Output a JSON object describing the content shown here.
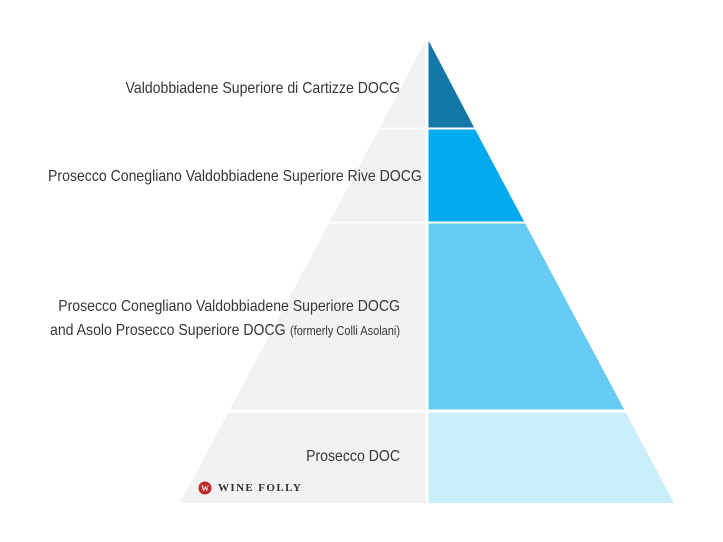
{
  "pyramid": {
    "left_color": "#F1F2F2",
    "tiers": [
      {
        "label": "Valdobbiadene Superiore di Cartizze DOCG",
        "color": "#1478A8"
      },
      {
        "label": "Prosecco Conegliano Valdobbiadene Superiore Rive DOCG",
        "color": "#00AAEE"
      },
      {
        "label_line1": "Prosecco Conegliano Valdobbiadene Superiore DOCG",
        "label_line2": "and Asolo Prosecco Superiore DOCG",
        "label_note": "(formerly Colli Asolani)",
        "color": "#66CCF3"
      },
      {
        "label": "Prosecco DOC",
        "color": "#CBEEFB"
      }
    ]
  },
  "branding": {
    "name": "WINE FOLLY",
    "icon_letter": "W",
    "icon_color": "#C0272D"
  }
}
